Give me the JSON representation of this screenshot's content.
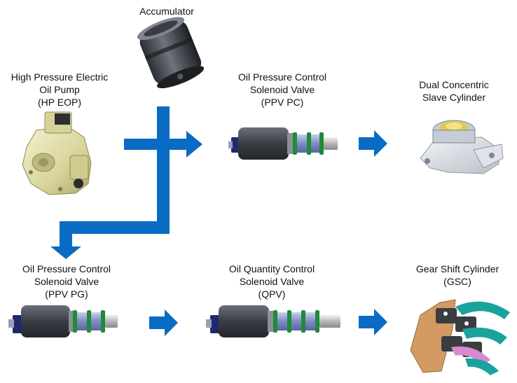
{
  "labels": {
    "accumulator": "Accumulator",
    "hp_eop": [
      "High Pressure Electric",
      "Oil Pump",
      "(HP EOP)"
    ],
    "ppv_pc": [
      "Oil Pressure Control",
      "Solenoid Valve",
      "(PPV PC)"
    ],
    "slave_cylinder": [
      "Dual Concentric",
      "Slave Cylinder"
    ],
    "ppv_pg": [
      "Oil Pressure Control",
      "Solenoid Valve",
      "(PPV PG)"
    ],
    "qpv": [
      "Oil Quantity Control",
      "Solenoid Valve",
      "(QPV)"
    ],
    "gsc": [
      "Gear Shift Cylinder",
      "(GSC)"
    ]
  },
  "colors": {
    "arrow_blue": "#0a6bc4",
    "solenoid_body": "#3c3f45",
    "solenoid_coil": "#7a86b8",
    "seal_green": "#1f8a3a",
    "connector_blue": "#1f2a6a",
    "pump_cream": "#e6e3b4",
    "cylinder_orange": "#d49a63",
    "fork_teal": "#1aa39c",
    "fork_pink": "#d88ad0"
  }
}
